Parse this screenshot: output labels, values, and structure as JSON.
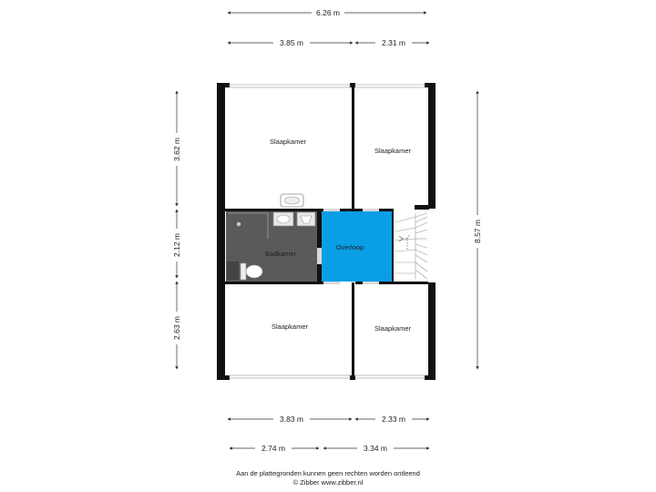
{
  "dimensions": {
    "total_width": "6.26 m",
    "top_left": "3.85 m",
    "top_right": "2.31 m",
    "left_top": "3.62 m",
    "left_middle": "2.12 m",
    "left_bottom": "2.63 m",
    "right_total": "8.57 m",
    "bottom_left": "3.83 m",
    "bottom_right": "2.33 m",
    "lower_left": "2.74 m",
    "lower_right": "3.34 m"
  },
  "rooms": {
    "bedroom_top_left": "Slaapkamer",
    "bedroom_top_right": "Slaapkamer",
    "bathroom": "Badkamer",
    "landing": "Overloop",
    "bedroom_bottom_left": "Slaapkamer",
    "bedroom_bottom_right": "Slaapkamer"
  },
  "colors": {
    "wall": "#111111",
    "bathroom_floor": "#5a5a5a",
    "landing_floor": "#0a9ee6"
  },
  "footer": {
    "disclaimer": "Aan de plattegronden kunnen geen rechten worden ontleend",
    "credit": "© Zibber www.zibber.nl"
  }
}
